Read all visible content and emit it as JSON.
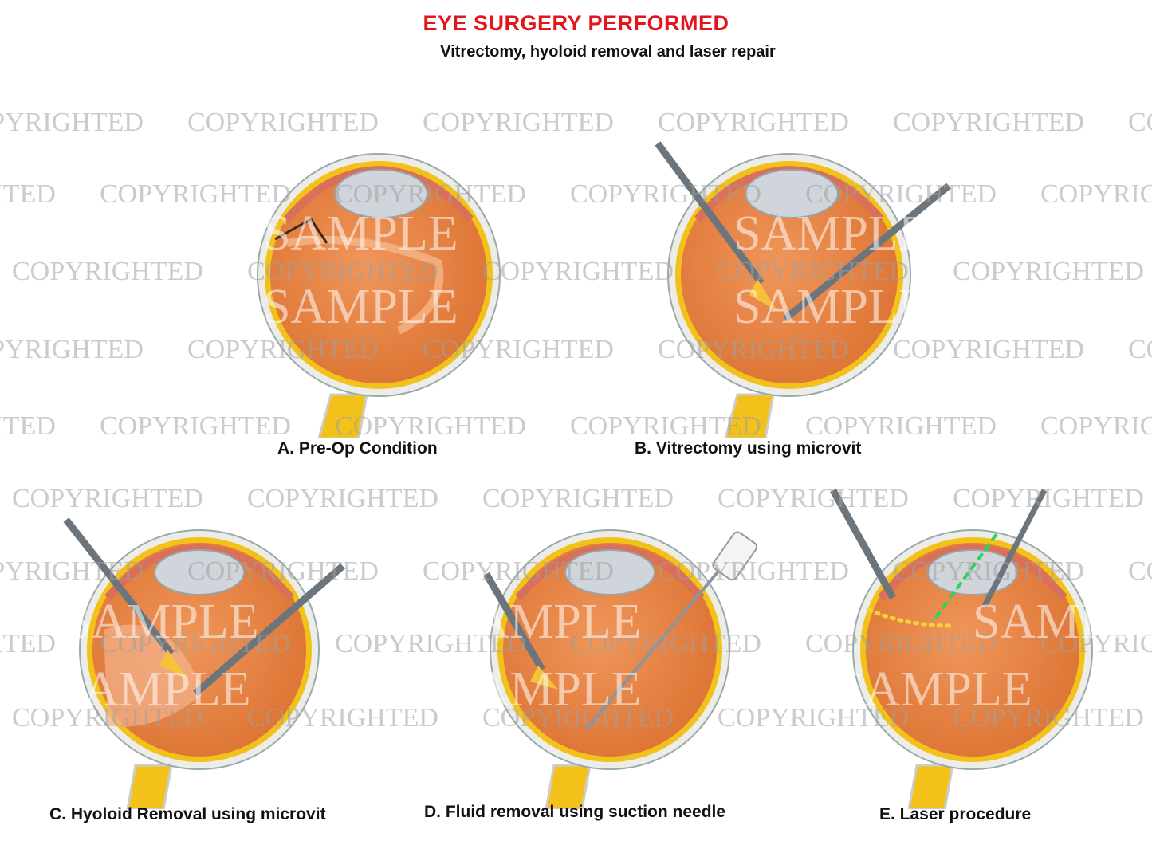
{
  "header": {
    "title": "EYE SURGERY PERFORMED",
    "subtitle": "Vitrectomy, hyoloid removal and laser repair"
  },
  "colors": {
    "title_red": "#e4141b",
    "vitreous_orange": "#e8843e",
    "retina_yellow": "#f2c21b",
    "sclera_white": "#ecece8",
    "instrument_gray": "#8c959c",
    "laser_green": "#2fd35a"
  },
  "panels": [
    {
      "id": "A",
      "caption": "A. Pre-Op Condition",
      "instruments": []
    },
    {
      "id": "B",
      "caption": "B. Vitrectomy using microvit",
      "instruments": [
        "light-probe",
        "vitrectomy-cutter"
      ]
    },
    {
      "id": "C",
      "caption": "C. Hyoloid Removal using microvit",
      "instruments": [
        "light-probe",
        "vitrectomy-cutter"
      ]
    },
    {
      "id": "D",
      "caption": "D. Fluid removal using suction needle",
      "instruments": [
        "light-probe",
        "suction-needle"
      ]
    },
    {
      "id": "E",
      "caption": "E. Laser procedure",
      "instruments": [
        "light-probe",
        "laser-probe"
      ]
    }
  ],
  "watermark": {
    "small_text": "COPYRIGHTED",
    "large_text": "SAMPLE"
  }
}
